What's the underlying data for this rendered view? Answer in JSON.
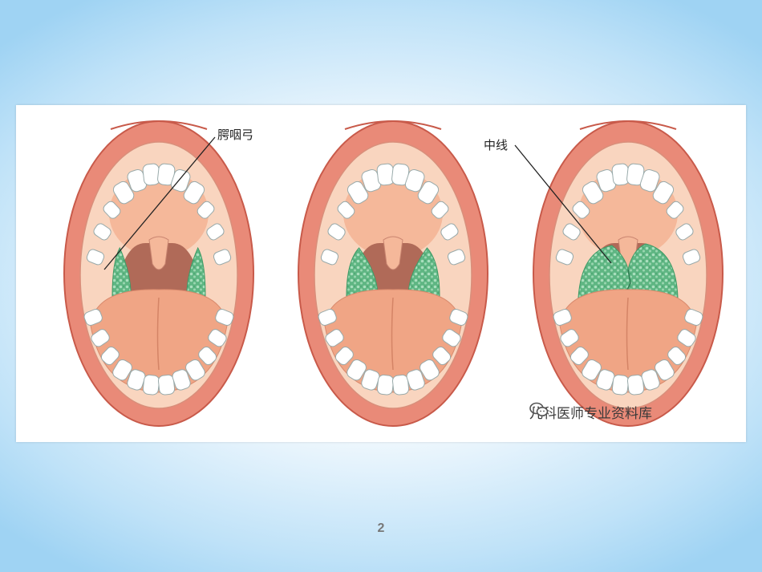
{
  "labels": {
    "palatopharyngeal_arch": "腭咽弓",
    "midline": "中线"
  },
  "watermark": {
    "text": "儿科医师专业资料库",
    "icon": "wechat-icon"
  },
  "page_number": "2",
  "colors": {
    "lip": "#e98a78",
    "lip_outline": "#c85a4a",
    "mouth_interior": "#f9d5bf",
    "palate": "#f5b89a",
    "throat": "#b06a58",
    "tongue": "#f0a585",
    "tonsil": "#6cbf8c",
    "tooth": "#ffffff"
  },
  "panels": [
    {
      "name": "mouth-normal",
      "tonsil_level": 0.25
    },
    {
      "name": "mouth-enlarged-tonsils",
      "tonsil_level": 0.6
    },
    {
      "name": "mouth-tonsils-touching-midline",
      "tonsil_level": 1.0
    }
  ]
}
